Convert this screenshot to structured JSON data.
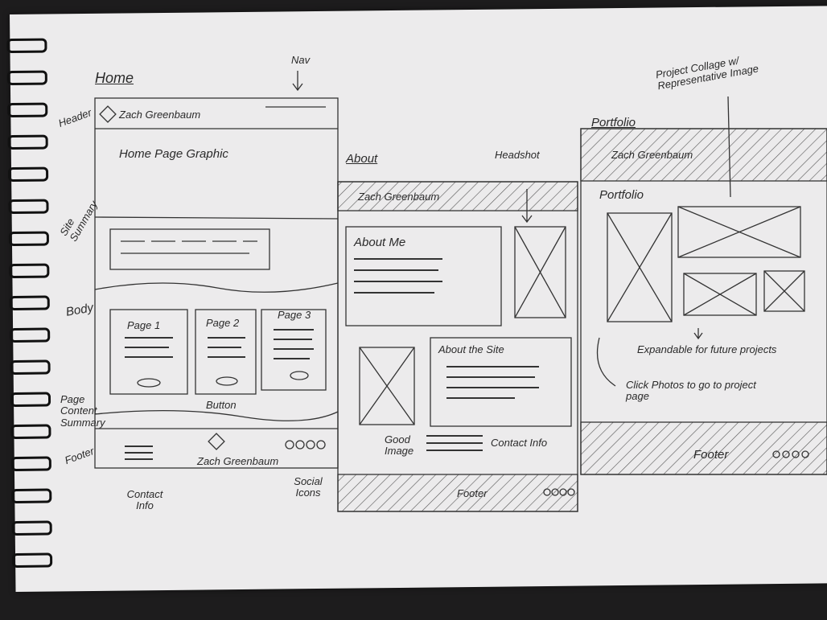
{
  "pages": {
    "home": {
      "title": "Home",
      "nav_note": "Nav",
      "header_label": "Header",
      "logo_name": "Zach Greenbaum",
      "graphic": "Home Page Graphic",
      "site_summary_label": "Site Summary",
      "body_label": "Body",
      "cards": [
        "Page 1",
        "Page 2",
        "Page 3"
      ],
      "page_content_label": "Page Content Summary",
      "button_label": "Button",
      "footer_label": "Footer",
      "footer_name": "Zach Greenbaum",
      "contact_label": "Contact Info",
      "social_label": "Social Icons"
    },
    "about": {
      "title": "About",
      "headshot_label": "Headshot",
      "logo_name": "Zach Greenbaum",
      "about_me": "About Me",
      "about_site": "About the Site",
      "good_image": "Good Image",
      "contact_info": "Contact Info",
      "footer": "Footer"
    },
    "portfolio": {
      "title": "Portfolio",
      "collage_note": "Project Collage w/ Representative Image",
      "logo_name": "Zach Greenbaum",
      "heading": "Portfolio",
      "expandable": "Expandable for future projects",
      "click_note": "Click Photos to go to project page",
      "footer": "Footer"
    }
  }
}
